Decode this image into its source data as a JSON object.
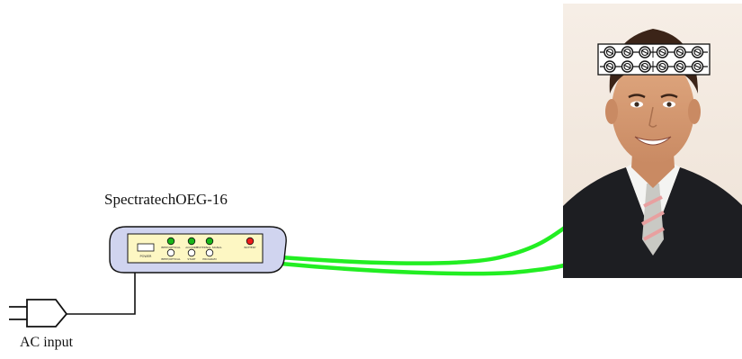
{
  "device": {
    "name": "SpectratechOEG-16",
    "panel": {
      "switch_label": "POWER",
      "indicators": [
        {
          "label": "BEEP/OPTICAL",
          "color": "#19b619"
        },
        {
          "label": "ACQUIRE",
          "color": "#19b619"
        },
        {
          "label": "EXTERNAL SIGNAL",
          "color": "#19b619"
        },
        {
          "label": "BATTERY",
          "color": "#ee1c1c"
        }
      ],
      "buttons": [
        {
          "label": "BEEP/OPTICAL"
        },
        {
          "label": "START"
        },
        {
          "label": "PROGRAM"
        }
      ]
    }
  },
  "power": {
    "label": "AC input"
  },
  "cables": {
    "color": "#22ee22"
  },
  "headband": {
    "probe_count": 12,
    "rows": 2
  }
}
